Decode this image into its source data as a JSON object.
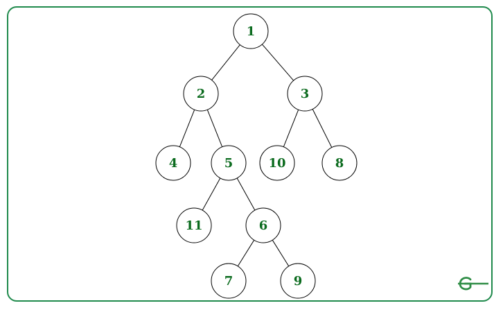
{
  "tree": {
    "nodes": [
      {
        "id": "n1",
        "label": "1"
      },
      {
        "id": "n2",
        "label": "2"
      },
      {
        "id": "n3",
        "label": "3"
      },
      {
        "id": "n4",
        "label": "4"
      },
      {
        "id": "n5",
        "label": "5"
      },
      {
        "id": "n10",
        "label": "10"
      },
      {
        "id": "n8",
        "label": "8"
      },
      {
        "id": "n11",
        "label": "11"
      },
      {
        "id": "n6",
        "label": "6"
      },
      {
        "id": "n7",
        "label": "7"
      },
      {
        "id": "n9",
        "label": "9"
      }
    ],
    "edges": [
      [
        "n1",
        "n2"
      ],
      [
        "n1",
        "n3"
      ],
      [
        "n2",
        "n4"
      ],
      [
        "n2",
        "n5"
      ],
      [
        "n3",
        "n10"
      ],
      [
        "n3",
        "n8"
      ],
      [
        "n5",
        "n11"
      ],
      [
        "n5",
        "n6"
      ],
      [
        "n6",
        "n7"
      ],
      [
        "n6",
        "n9"
      ]
    ]
  },
  "logo": {
    "name": "gfg-logo-icon",
    "color": "#2f8d46"
  },
  "colors": {
    "border": "#1f8a4c",
    "label": "#0b6b1e"
  }
}
